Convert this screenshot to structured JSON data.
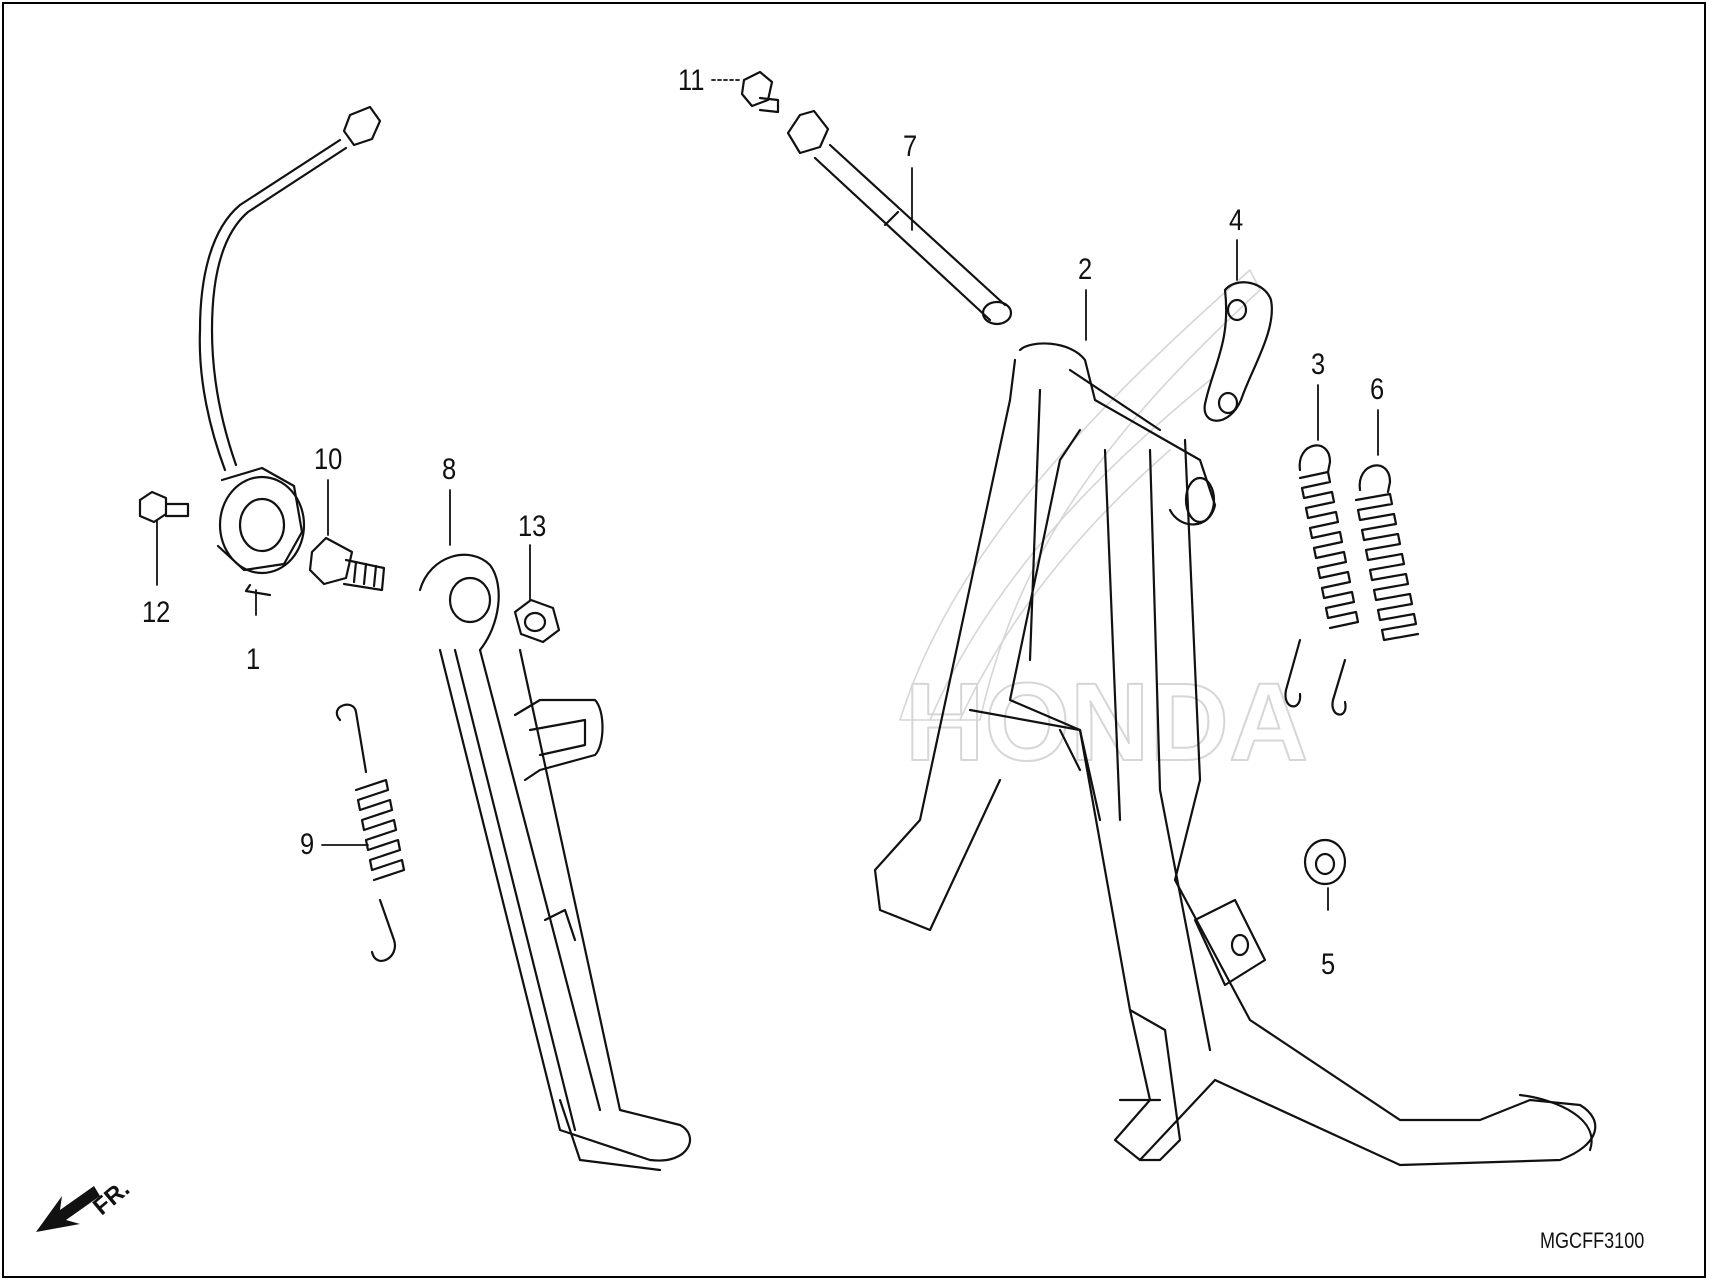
{
  "diagram": {
    "part_callouts": [
      "1",
      "2",
      "3",
      "4",
      "5",
      "6",
      "7",
      "8",
      "9",
      "10",
      "11",
      "12",
      "13"
    ],
    "diagram_code": "MGCFF3100",
    "front_arrow_label": "FR.",
    "watermark_text": "HONDA",
    "colors": {
      "line": "#111111",
      "watermark": "#d8d8d8",
      "background": "#ffffff"
    }
  }
}
